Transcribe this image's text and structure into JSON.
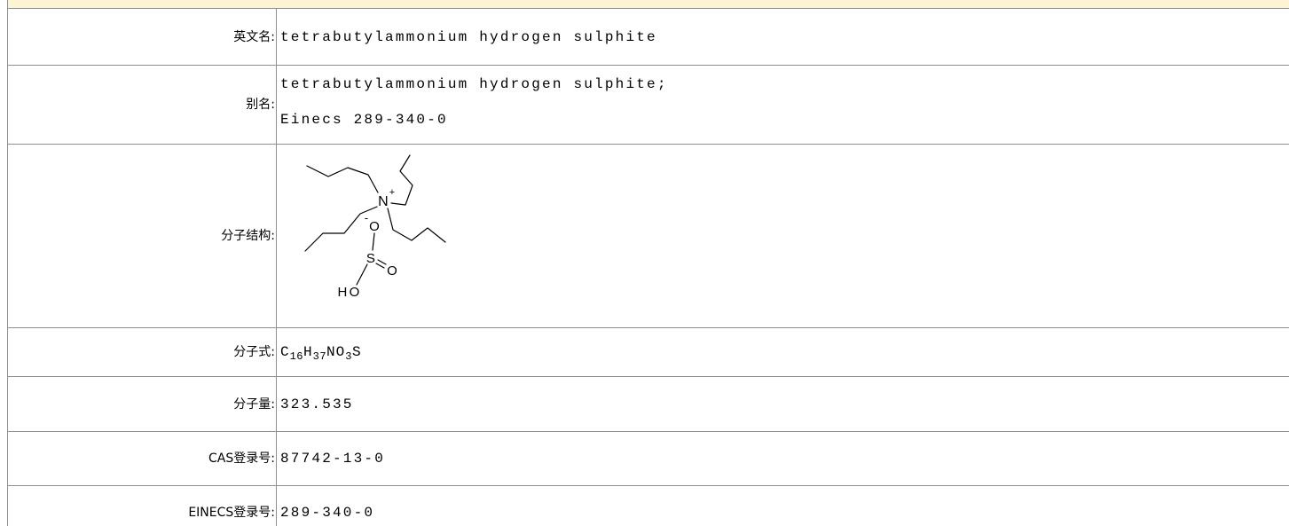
{
  "rows": [
    {
      "label": "英文名:",
      "value": "tetrabutylammonium hydrogen sulphite"
    },
    {
      "label": "别名:",
      "values": [
        "tetrabutylammonium hydrogen sulphite;",
        "Einecs 289-340-0"
      ]
    },
    {
      "label": "分子结构:",
      "structure": {
        "atoms": {
          "nitrogen": "N",
          "nitrogen_charge": "+",
          "oxygen_anion": "O",
          "oxygen_anion_charge": "-",
          "sulfur": "S",
          "oxygen_double": "O",
          "hydroxyl": "HO"
        }
      }
    },
    {
      "label": "分子式:",
      "formula_parts": [
        "C",
        "16",
        "H",
        "37",
        "NO",
        "3",
        "S"
      ]
    },
    {
      "label": "分子量:",
      "value": "323.535"
    },
    {
      "label": "CAS登录号:",
      "value": "87742-13-0"
    },
    {
      "label": "EINECS登录号:",
      "value": "289-340-0"
    }
  ],
  "colors": {
    "header_bar": "#fdf4d3",
    "grid_line": "#8f8f8f",
    "text": "#000000"
  }
}
